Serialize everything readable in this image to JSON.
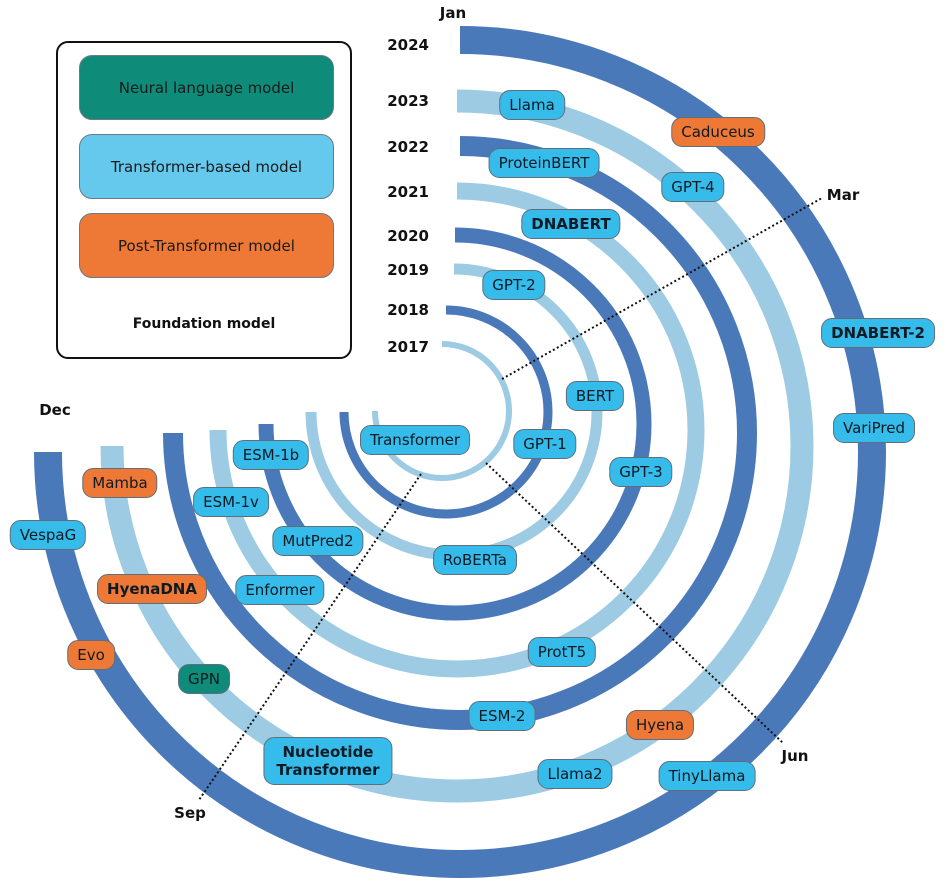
{
  "legend": {
    "title": "Foundation model",
    "items": [
      {
        "label": "Neural language model",
        "category": "neural",
        "color": "#0f8b79"
      },
      {
        "label": "Transformer-based model",
        "category": "transformer",
        "color": "#64c9ec"
      },
      {
        "label": "Post-Transformer model",
        "category": "post",
        "color": "#ee7835"
      }
    ]
  },
  "months": {
    "jan": "Jan",
    "mar": "Mar",
    "jun": "Jun",
    "sep": "Sep",
    "dec": "Dec"
  },
  "colors": {
    "ring_dark": "#4a79ba",
    "ring_light": "#9ccbe3",
    "badge_transformer": "#36bcea",
    "badge_post": "#ee7835",
    "badge_neural": "#0f8b79",
    "month_guide": "#111111"
  },
  "years": [
    {
      "year": "2017",
      "style": "light"
    },
    {
      "year": "2018",
      "style": "dark"
    },
    {
      "year": "2019",
      "style": "light"
    },
    {
      "year": "2020",
      "style": "dark"
    },
    {
      "year": "2021",
      "style": "light"
    },
    {
      "year": "2022",
      "style": "dark"
    },
    {
      "year": "2023",
      "style": "light"
    },
    {
      "year": "2024",
      "style": "dark"
    }
  ],
  "models": [
    {
      "label": "Transformer",
      "year": "2017",
      "category": "transformer",
      "bold": false
    },
    {
      "label": "GPT-1",
      "year": "2018",
      "category": "transformer",
      "bold": false
    },
    {
      "label": "GPT-2",
      "year": "2019",
      "category": "transformer",
      "bold": false
    },
    {
      "label": "BERT",
      "year": "2019",
      "category": "transformer",
      "bold": false
    },
    {
      "label": "RoBERTa",
      "year": "2019",
      "category": "transformer",
      "bold": false
    },
    {
      "label": "GPT-3",
      "year": "2020",
      "category": "transformer",
      "bold": false
    },
    {
      "label": "MutPred2",
      "year": "2020",
      "category": "transformer",
      "bold": false
    },
    {
      "label": "DNABERT",
      "year": "2021",
      "category": "transformer",
      "bold": true
    },
    {
      "label": "ESM-1b",
      "year": "2021",
      "category": "transformer",
      "bold": false
    },
    {
      "label": "ESM-1v",
      "year": "2021",
      "category": "transformer",
      "bold": false
    },
    {
      "label": "Enformer",
      "year": "2021",
      "category": "transformer",
      "bold": false
    },
    {
      "label": "ProtT5",
      "year": "2021",
      "category": "transformer",
      "bold": false
    },
    {
      "label": "ProteinBERT",
      "year": "2022",
      "category": "transformer",
      "bold": false
    },
    {
      "label": "ESM-2",
      "year": "2022",
      "category": "transformer",
      "bold": false
    },
    {
      "label": "Llama",
      "year": "2023",
      "category": "transformer",
      "bold": false
    },
    {
      "label": "GPT-4",
      "year": "2023",
      "category": "transformer",
      "bold": false
    },
    {
      "label": "Hyena",
      "year": "2023",
      "category": "post",
      "bold": false
    },
    {
      "label": "Llama2",
      "year": "2023",
      "category": "transformer",
      "bold": false
    },
    {
      "label": "Nucleotide\nTransformer",
      "year": "2023",
      "category": "transformer",
      "bold": true
    },
    {
      "label": "GPN",
      "year": "2023",
      "category": "neural",
      "bold": false
    },
    {
      "label": "HyenaDNA",
      "year": "2023",
      "category": "post",
      "bold": true
    },
    {
      "label": "Mamba",
      "year": "2023",
      "category": "post",
      "bold": false
    },
    {
      "label": "Caduceus",
      "year": "2024",
      "category": "post",
      "bold": false
    },
    {
      "label": "DNABERT-2",
      "year": "2024",
      "category": "transformer",
      "bold": true
    },
    {
      "label": "VariPred",
      "year": "2024",
      "category": "transformer",
      "bold": false
    },
    {
      "label": "TinyLlama",
      "year": "2024",
      "category": "transformer",
      "bold": false
    },
    {
      "label": "Evo",
      "year": "2024",
      "category": "post",
      "bold": false
    },
    {
      "label": "VespaG",
      "year": "2024",
      "category": "transformer",
      "bold": false
    }
  ]
}
